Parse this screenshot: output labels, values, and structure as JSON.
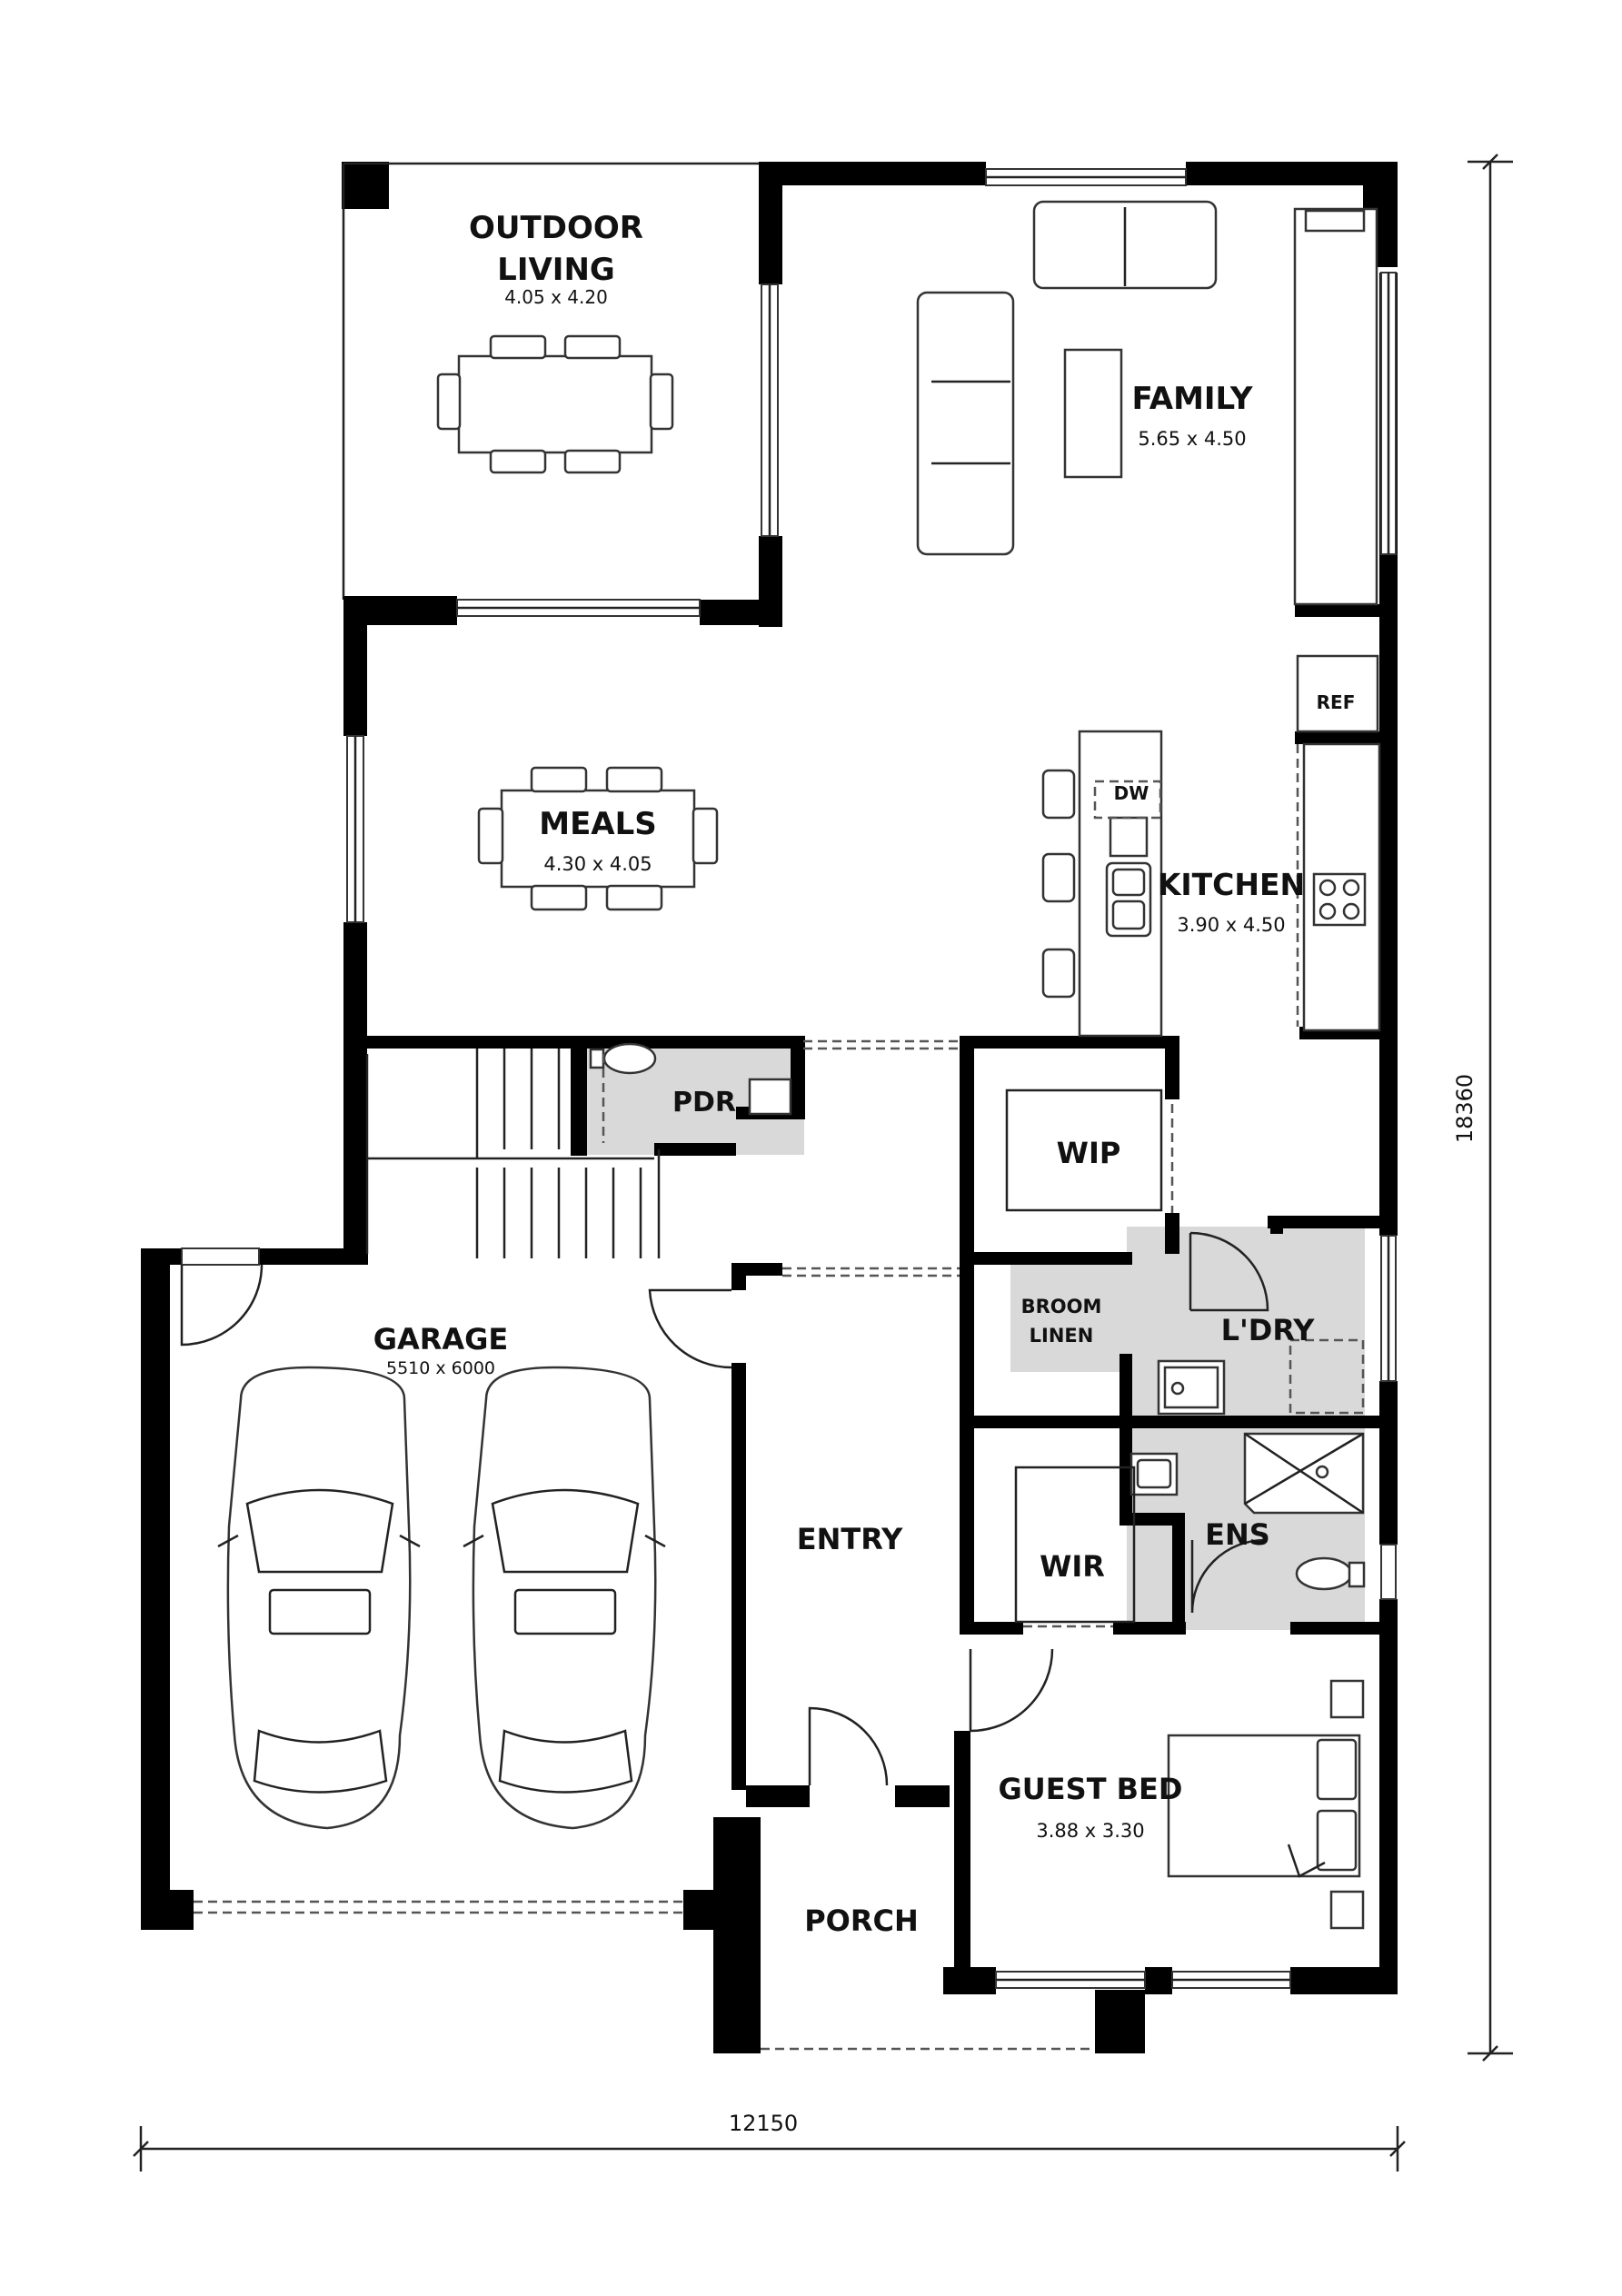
{
  "rooms": {
    "outdoor_living": {
      "name_line1": "OUTDOOR",
      "name_line2": "LIVING",
      "size": "4.05 x 4.20"
    },
    "family": {
      "name": "FAMILY",
      "size": "5.65 x 4.50"
    },
    "meals": {
      "name": "MEALS",
      "size": "4.30 x 4.05"
    },
    "kitchen": {
      "name": "KITCHEN",
      "size": "3.90 x 4.50"
    },
    "ref": {
      "name": "REF"
    },
    "dw": {
      "name": "DW"
    },
    "pdr": {
      "name": "PDR"
    },
    "wip": {
      "name": "WIP"
    },
    "garage": {
      "name": "GARAGE",
      "size": "5510 x 6000"
    },
    "broom_linen": {
      "name_line1": "BROOM",
      "name_line2": "LINEN"
    },
    "laundry": {
      "name": "L'DRY"
    },
    "entry": {
      "name": "ENTRY"
    },
    "wir": {
      "name": "WIR"
    },
    "ensuite": {
      "name": "ENS"
    },
    "guest_bed": {
      "name": "GUEST BED",
      "size": "3.88 x 3.30"
    },
    "porch": {
      "name": "PORCH"
    }
  },
  "dimensions": {
    "overall_width": "12150",
    "overall_depth": "18360"
  }
}
